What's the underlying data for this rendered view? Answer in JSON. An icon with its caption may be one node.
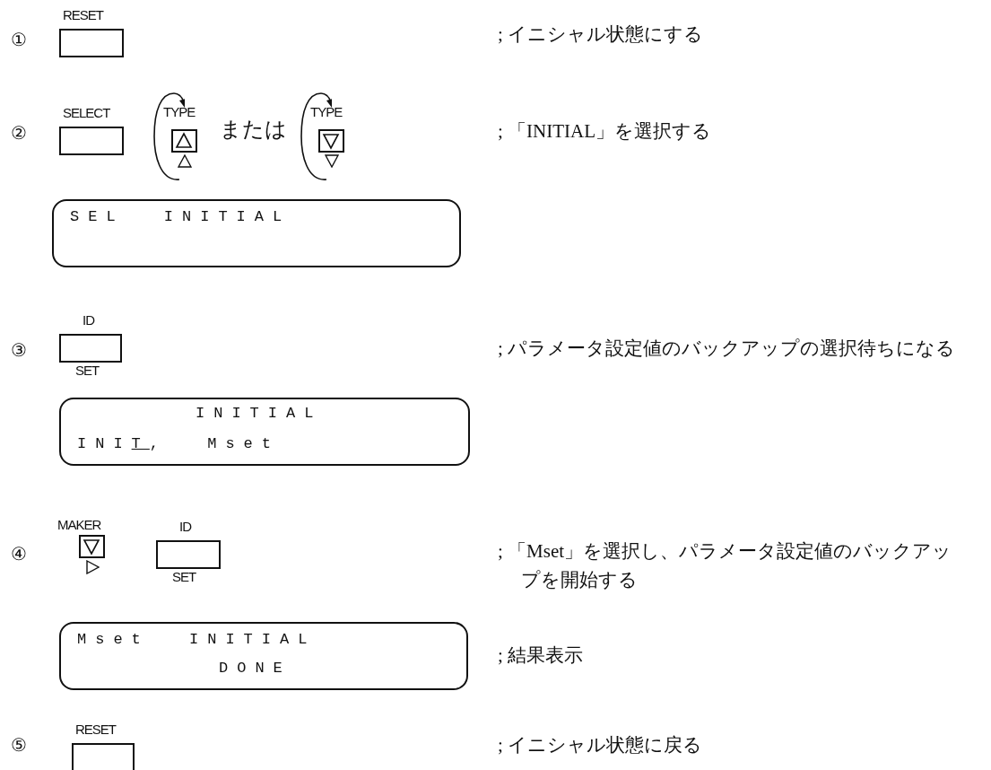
{
  "diagram": {
    "nodes": [
      {
        "text": [
          "RESET"
        ]
      },
      {
        "text": [
          "SELECT"
        ]
      },
      {
        "text": [
          "TYPE"
        ]
      },
      {
        "text": [
          "TYPE"
        ]
      },
      {
        "text": [
          "SEL INITIAL"
        ]
      },
      {
        "text": [
          "ID",
          "SET"
        ]
      },
      {
        "text": [
          "INITIAL",
          "INIT, Mset"
        ]
      },
      {
        "text": [
          "MAKER"
        ]
      },
      {
        "text": [
          "ID",
          "SET"
        ]
      },
      {
        "text": [
          "Mset INITIAL",
          "DONE"
        ]
      },
      {
        "text": [
          "RESET"
        ]
      }
    ],
    "labels": [
      "①",
      "; イニシャル状態にする",
      "②",
      "または",
      "; 「INITIAL」を選択する",
      "③",
      "; パラメータ設定値のバックアップの選択待ちになる",
      "④",
      "; 「Mset」を選択し、パラメータ設定値のバックアップを開始する",
      "; 結果表示",
      "⑤",
      "; イニシャル状態に戻る"
    ]
  }
}
